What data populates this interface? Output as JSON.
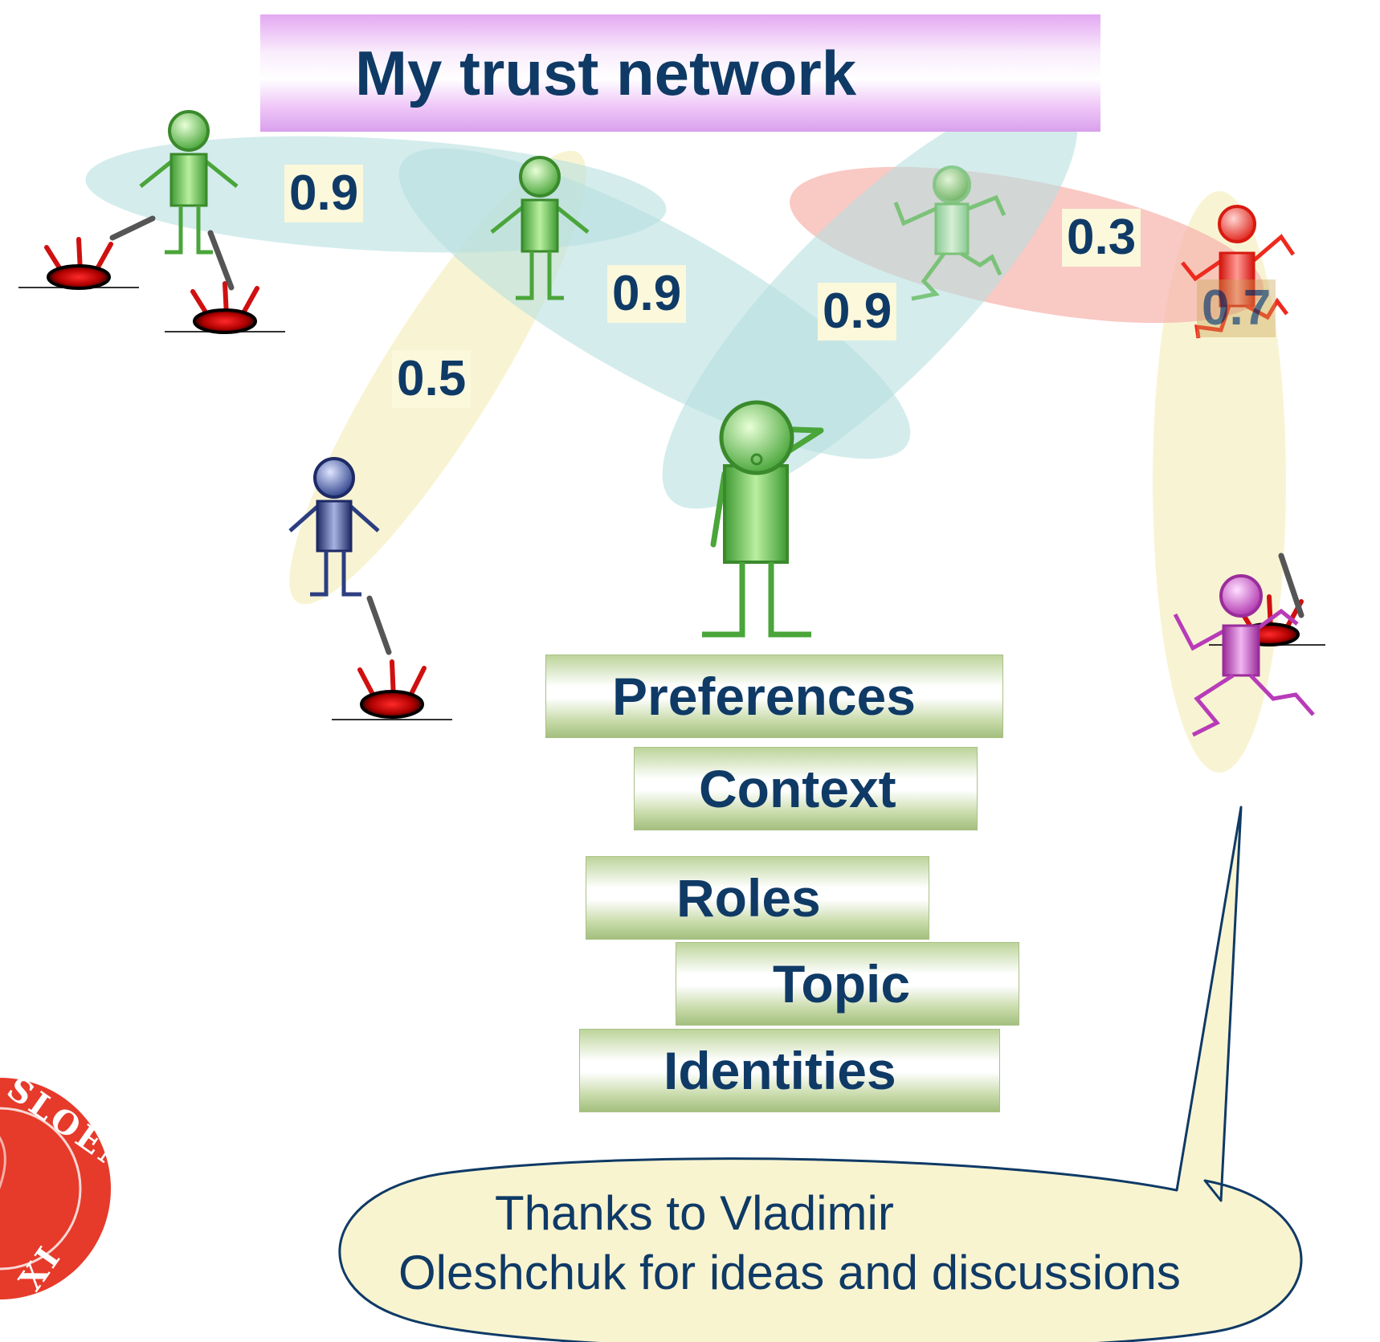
{
  "title": "My trust network",
  "weights": {
    "w1": "0.9",
    "w2": "0.9",
    "w3": "0.5",
    "w4": "0.9",
    "w5": "0.3",
    "w6": "0.7"
  },
  "attributes": {
    "preferences": "Preferences",
    "context": "Context",
    "roles": "Roles",
    "topic": "Topic",
    "identities": "Identities"
  },
  "callout": {
    "line1": "Thanks to Vladimir",
    "line2": "Oleshchuk for ideas and discussions"
  },
  "seal": {
    "text": "SLOENSIS",
    "text2": "XI"
  },
  "colors": {
    "title_text": "#0f3a66",
    "trust_green": "#5ab748",
    "distrust_red": "#ee2a1e",
    "neutral_blue": "#2c3e80",
    "purple": "#b83bb8",
    "teal_group": "#b7e0e0",
    "yellow_group": "#f6f0c4",
    "red_group": "#f7b7b0",
    "seal_red": "#e63a2a"
  }
}
